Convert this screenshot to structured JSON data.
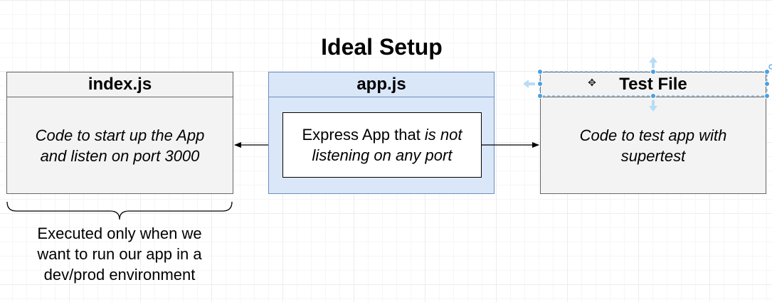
{
  "diagram": {
    "title": "Ideal Setup",
    "index_box": {
      "header": "index.js",
      "body_line1": "Code to start up the App",
      "body_line2": "and listen on port 3000"
    },
    "app_box": {
      "header": "app.js",
      "inner_line1_plain": "Express App that ",
      "inner_line1_italic": "is not",
      "inner_line2": "listening on any port"
    },
    "test_box": {
      "header": "Test File",
      "body_line1": "Code to test app with",
      "body_line2": "supertest"
    },
    "note": {
      "line1": "Executed only when we",
      "line2": "want to run our app in a",
      "line3": "dev/prod environment"
    }
  },
  "icons": {
    "move": "move-icon",
    "arrow": "arrow-icon",
    "brace": "brace-icon"
  },
  "colors": {
    "box_fill": "#f3f3f3",
    "app_fill": "#dae7f8",
    "app_border": "#6c8ebf",
    "selection": "#4a9fe0",
    "handle_arrow": "#b8dcf6"
  }
}
